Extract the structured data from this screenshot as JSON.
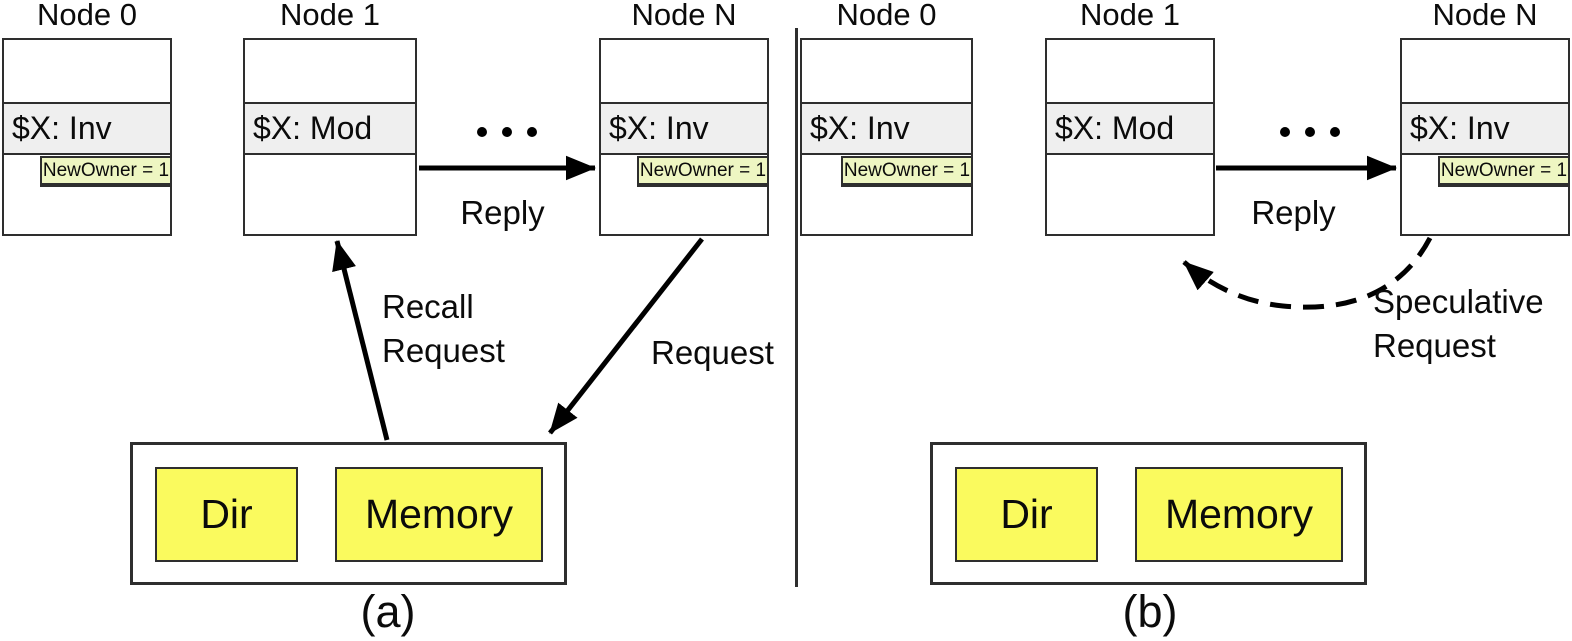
{
  "figure": {
    "panels": [
      {
        "caption": "(a)",
        "nodes": [
          {
            "title": "Node 0",
            "cache_line": "$X: Inv",
            "tag": "NewOwner = 1"
          },
          {
            "title": "Node 1",
            "cache_line": "$X: Mod"
          },
          {
            "title": "Node N",
            "cache_line": "$X: Inv",
            "tag": "NewOwner = 1"
          }
        ],
        "labels": {
          "reply": "Reply",
          "recall_line1": "Recall",
          "recall_line2": "Request",
          "request": "Request"
        },
        "memory_unit": {
          "dir": "Dir",
          "memory": "Memory"
        }
      },
      {
        "caption": "(b)",
        "nodes": [
          {
            "title": "Node 0",
            "cache_line": "$X: Inv",
            "tag": "NewOwner = 1"
          },
          {
            "title": "Node 1",
            "cache_line": "$X: Mod"
          },
          {
            "title": "Node N",
            "cache_line": "$X: Inv",
            "tag": "NewOwner = 1"
          }
        ],
        "labels": {
          "reply": "Reply",
          "speculative_line1": "Speculative",
          "speculative_line2": "Request"
        },
        "memory_unit": {
          "dir": "Dir",
          "memory": "Memory"
        }
      }
    ],
    "colors": {
      "memory_fill": "#fafa5e",
      "state_fill": "#efefef",
      "tag_fill": "#eef6c2",
      "line": "#2e2e2e",
      "ink": "#0b0b0b"
    }
  }
}
